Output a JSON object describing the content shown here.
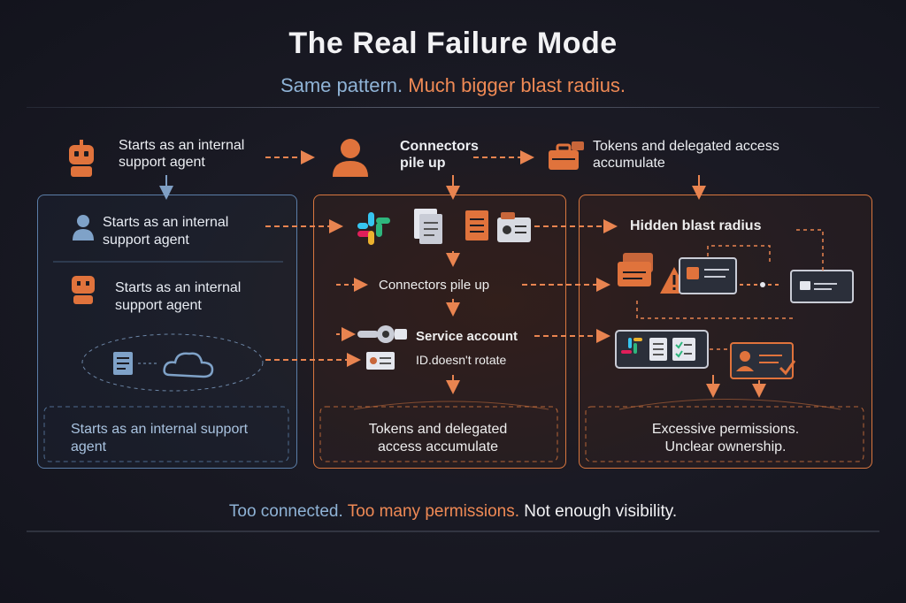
{
  "title": "The Real Failure Mode",
  "subtitle": {
    "part1": "Same pattern.",
    "part2": "Much bigger blast radius."
  },
  "top_row": {
    "step1": "Starts as an internal support agent",
    "step2": "Connectors pile up",
    "step3": "Tokens and delegated access accumulate"
  },
  "left_panel": {
    "item1": "Starts as an internal support agent",
    "item2": "Starts as an internal support agent",
    "caption": "Starts as an  internal support agent"
  },
  "middle_panel": {
    "connectors": "Connectors pile up",
    "service_account": "Service account",
    "id_rotate": "ID.doesn't rotate",
    "caption": "Tokens and delegated access accumulate"
  },
  "right_panel": {
    "title": "Hidden blast radius",
    "caption_line1": "Excessive permissions.",
    "caption_line2": "Unclear ownership."
  },
  "footer": {
    "part1": "Too connected.",
    "part2": "Too many permissions.",
    "part3": "Not enough visibility."
  },
  "colors": {
    "blue": "#8fb3d6",
    "orange": "#f08a55",
    "orange_line": "#d9773f",
    "blue_line": "#5b7ea8"
  }
}
